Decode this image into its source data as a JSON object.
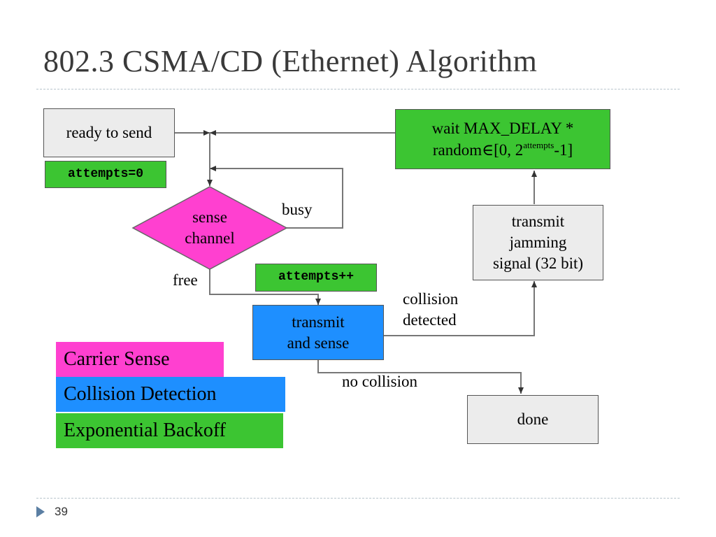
{
  "slide": {
    "title": "802.3 CSMA/CD (Ethernet) Algorithm",
    "page_number": "39"
  },
  "nodes": {
    "ready_to_send": "ready to send",
    "attempts_init": "attempts=0",
    "sense_line1": "sense",
    "sense_line2": "channel",
    "attempts_inc": "attempts++",
    "transmit_line1": "transmit",
    "transmit_line2": "and sense",
    "jam_line1": "transmit",
    "jam_line2": "jamming",
    "jam_line3": "signal (32 bit)",
    "wait_line1": "wait MAX_DELAY *",
    "wait_line2_prefix": "random∈[0, 2",
    "wait_line2_sup": "attempts",
    "wait_line2_suffix": "-1]",
    "done": "done"
  },
  "edge_labels": {
    "busy": "busy",
    "free": "free",
    "collision_line1": "collision",
    "collision_line2": "detected",
    "no_collision": "no collision"
  },
  "legend": [
    {
      "label": "Carrier Sense",
      "color": "#ff40d0"
    },
    {
      "label": "Collision Detection",
      "color": "#1e8fff"
    },
    {
      "label": "Exponential Backoff",
      "color": "#3cc532"
    }
  ],
  "colors": {
    "carrier_sense": "#ff40d0",
    "collision_detection": "#1e8fff",
    "exponential_backoff": "#3cc532",
    "neutral_box": "#ececec"
  }
}
